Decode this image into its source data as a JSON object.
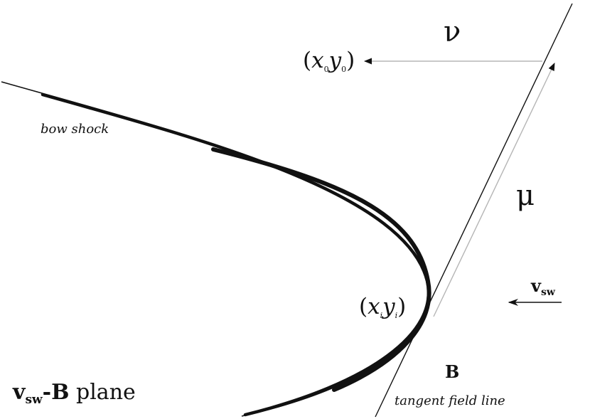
{
  "labels": {
    "bow_shock": "bow shock",
    "nu": "ν",
    "mu": "μ",
    "field": "B",
    "tangent_line": "tangent field line",
    "vsw_main": "v",
    "vsw_sub": "sw",
    "plane_v": "v",
    "plane_sub": "sw",
    "plane_dash": "-",
    "plane_B": "B",
    "plane_word": " plane",
    "p0_open": "(",
    "p0_x": "x",
    "p0_xsub": "0",
    "p0_y": "y",
    "p0_ysub": "0",
    "p0_close": ")",
    "pi_open": "(",
    "pi_x": "x",
    "pi_xsub": "i",
    "pi_y": "y",
    "pi_ysub": "i",
    "pi_close": ")"
  },
  "colors": {
    "ink": "#111111",
    "guide": "#b5b5b5"
  }
}
